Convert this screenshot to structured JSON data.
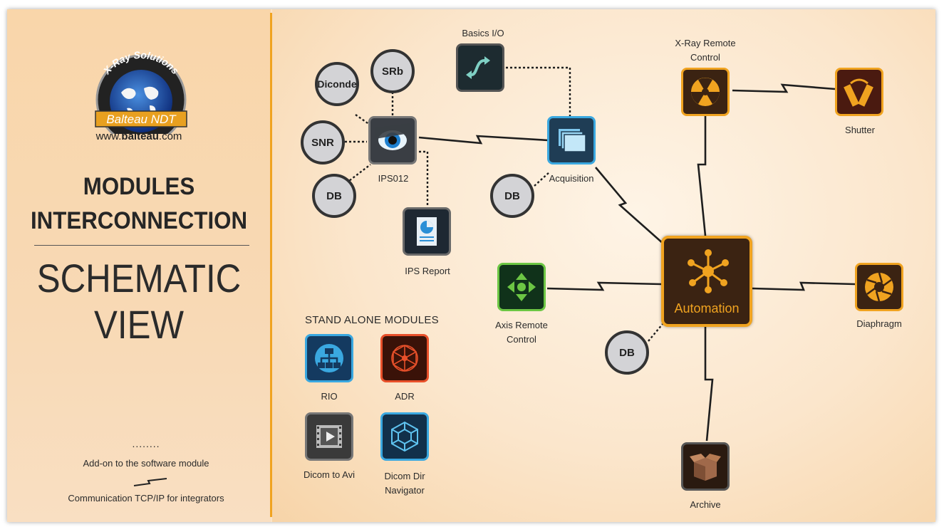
{
  "brand": {
    "logo_arc_text": "X-Ray Solutions",
    "logo_banner": "Balteau NDT",
    "url_prefix": "www.",
    "url_bold": "balteau",
    "url_suffix": ".com"
  },
  "title": {
    "line1": "MODULES",
    "line2": "INTERCONNECTION",
    "line3": "SCHEMATIC",
    "line4": "VIEW"
  },
  "legend": {
    "dots": "........",
    "addon": "Add-on to the software module",
    "tcp": "Communication TCP/IP for integrators"
  },
  "nodes": {
    "diconde": "Diconde",
    "srb": "SRb",
    "snr": "SNR",
    "db1": "DB",
    "db2": "DB",
    "db3": "DB",
    "basics_io": "Basics I/O",
    "ips012": "IPS012",
    "acquisition": "Acquisition",
    "ips_report": "IPS Report",
    "xray_line1": "X-Ray Remote",
    "xray_line2": "Control",
    "shutter": "Shutter",
    "automation": "Automation",
    "axis_line1": "Axis Remote",
    "axis_line2": "Control",
    "diaphragm": "Diaphragm",
    "archive": "Archive"
  },
  "standalone": {
    "heading": "STAND ALONE MODULES",
    "rio": "RIO",
    "adr": "ADR",
    "dicom_avi": "Dicom to Avi",
    "dicom_dir_line1": "Dicom Dir",
    "dicom_dir_line2": "Navigator"
  },
  "colors": {
    "accent_orange": "#f0a320",
    "acquisition_border": "#3aa8e0",
    "axis_border": "#6cc644",
    "rio_border": "#3aa8e0",
    "adr_border": "#e8502a",
    "dicom_dir_border": "#3aa8e0"
  }
}
